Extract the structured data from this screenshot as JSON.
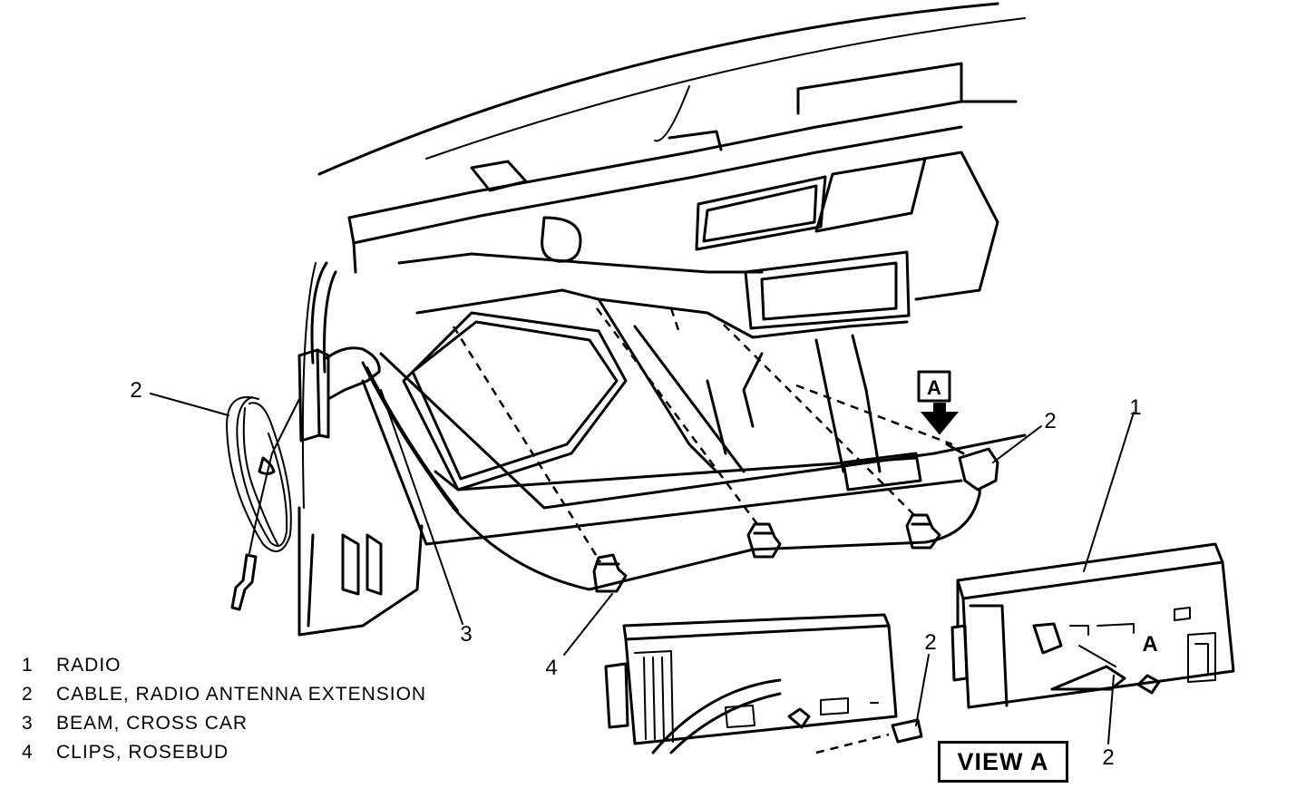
{
  "callouts": {
    "left_cable": "2",
    "right_cable": "2",
    "radio": "1",
    "beam": "3",
    "clips": "4",
    "view_a_left": "2",
    "view_a_bottom": "2",
    "arrow_tag": "A",
    "radio_letter_a": "A"
  },
  "legend": [
    {
      "number": "1",
      "label": "RADIO"
    },
    {
      "number": "2",
      "label": "CABLE, RADIO ANTENNA EXTENSION"
    },
    {
      "number": "3",
      "label": "BEAM, CROSS CAR"
    },
    {
      "number": "4",
      "label": "CLIPS, ROSEBUD"
    }
  ],
  "view_label": "VIEW A"
}
